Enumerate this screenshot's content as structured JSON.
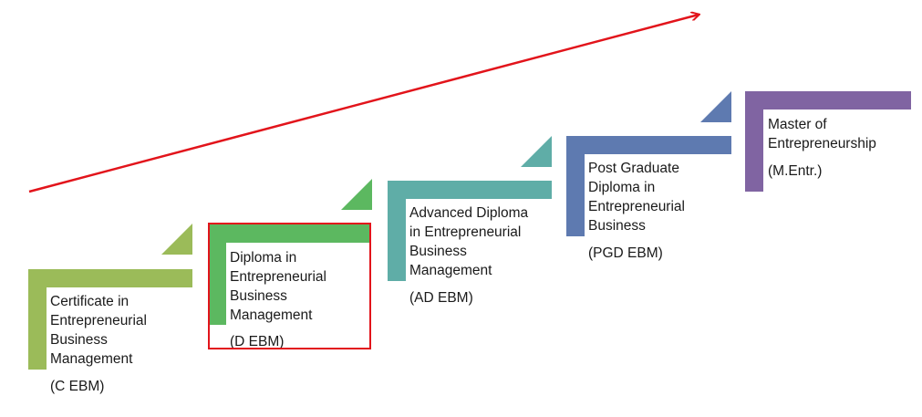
{
  "steps": [
    {
      "label": "Certificate in\nEntrepreneurial\nBusiness\nManagement",
      "abbr": "(C EBM)",
      "color": "#9bbb59"
    },
    {
      "label": "Diploma in\nEntrepreneurial\nBusiness\nManagement",
      "abbr": "(D EBM)",
      "color": "#5cb860",
      "highlighted": true
    },
    {
      "label": "Advanced Diploma\nin Entrepreneurial\nBusiness\nManagement",
      "abbr": "(AD EBM)",
      "color": "#5fada7"
    },
    {
      "label": "Post Graduate\nDiploma in\nEntrepreneurial\nBusiness",
      "abbr": "(PGD EBM)",
      "color": "#5e7ab0"
    },
    {
      "label": "Master of\nEntrepreneurship",
      "abbr": "(M.Entr.)",
      "color": "#8064a2"
    }
  ],
  "arrow": {
    "color": "#e2141b",
    "direction": "up-right"
  },
  "highlight": {
    "color": "#e2141b",
    "target_step": 2
  }
}
